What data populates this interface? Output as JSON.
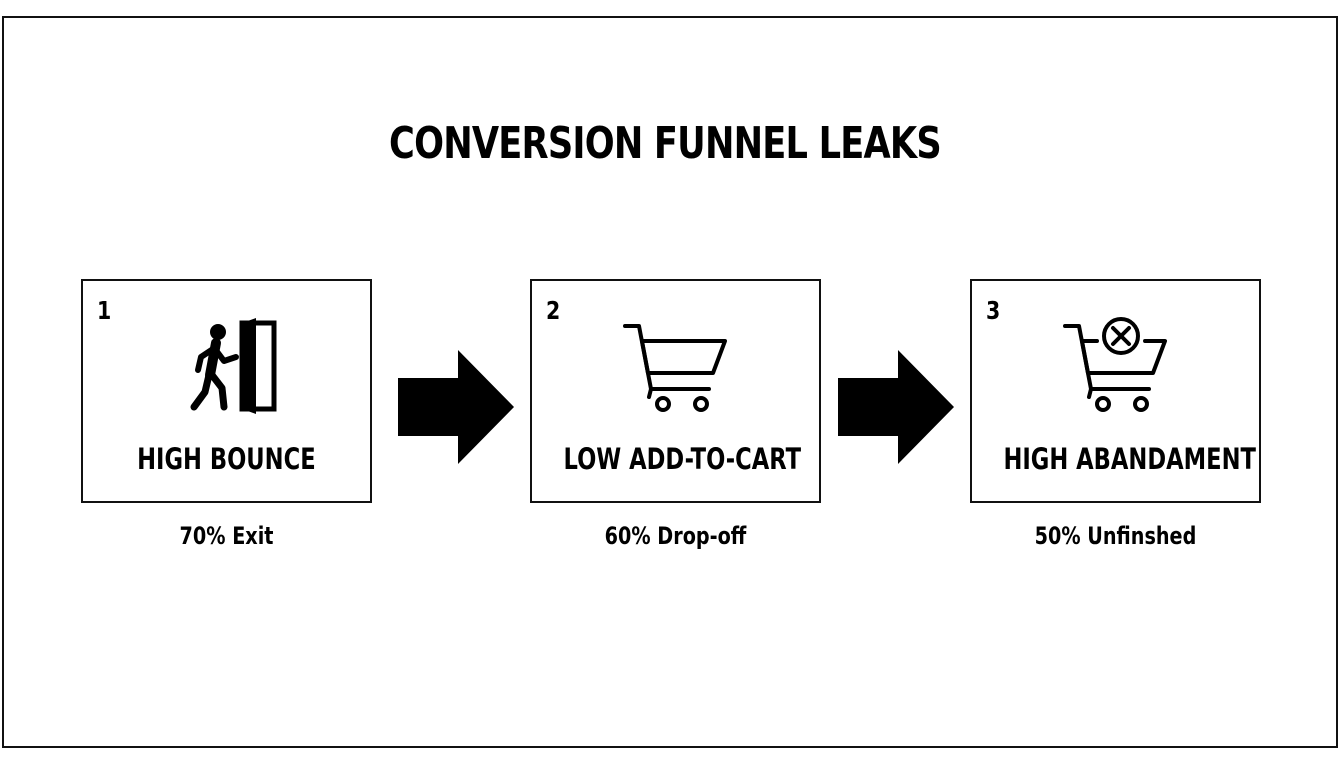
{
  "title": "CONVERSION FUNNEL LEAKS",
  "steps": [
    {
      "number": "1",
      "icon": "person-exiting-door-icon",
      "label": "HIGH BOUNCE",
      "stat": "70% Exit"
    },
    {
      "number": "2",
      "icon": "shopping-cart-icon",
      "label": "LOW ADD-TO-CART",
      "stat": "60% Drop-off"
    },
    {
      "number": "3",
      "icon": "cart-cancel-icon",
      "label": "HIGH ABANDAMENT",
      "stat": "50% Unfinshed"
    }
  ],
  "connectors": [
    "right-arrow-icon",
    "right-arrow-icon"
  ],
  "colors": {
    "ink": "#000000",
    "background": "#ffffff"
  }
}
